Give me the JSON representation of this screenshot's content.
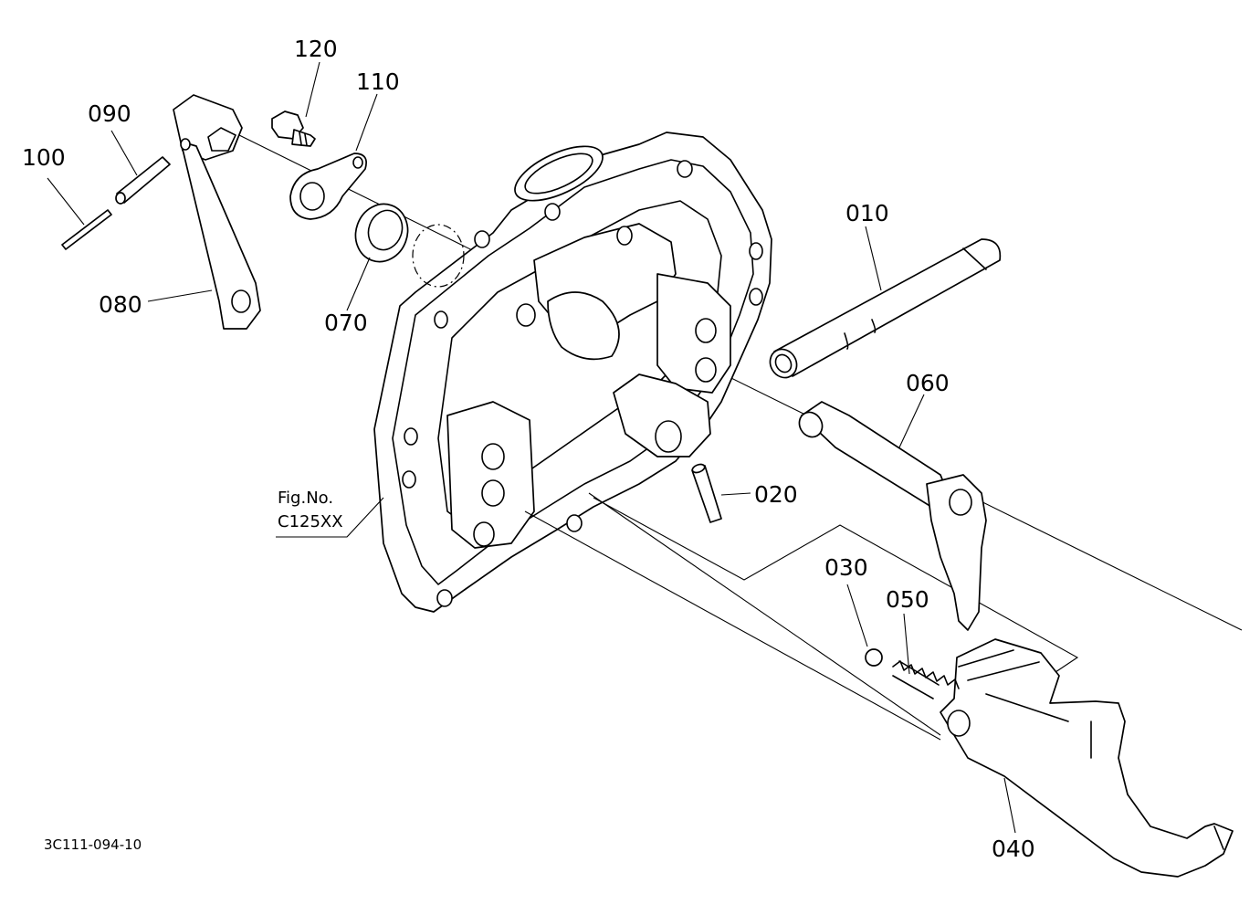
{
  "parts": [
    {
      "id": "p010",
      "label": "010"
    },
    {
      "id": "p020",
      "label": "020"
    },
    {
      "id": "p030",
      "label": "030"
    },
    {
      "id": "p040",
      "label": "040"
    },
    {
      "id": "p050",
      "label": "050"
    },
    {
      "id": "p060",
      "label": "060"
    },
    {
      "id": "p070",
      "label": "070"
    },
    {
      "id": "p080",
      "label": "080"
    },
    {
      "id": "p090",
      "label": "090"
    },
    {
      "id": "p100",
      "label": "100"
    },
    {
      "id": "p110",
      "label": "110"
    },
    {
      "id": "p120",
      "label": "120"
    }
  ],
  "figure_ref": {
    "line1": "Fig.No.",
    "line2": "C125XX"
  },
  "drawing_number": "3C111-094-10"
}
